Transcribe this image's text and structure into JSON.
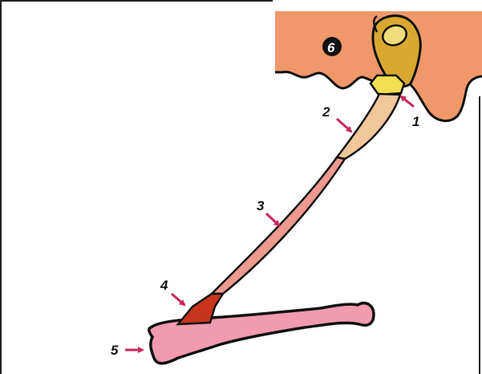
{
  "labels": [
    {
      "id": "1",
      "text": "1"
    },
    {
      "id": "2",
      "text": "2"
    },
    {
      "id": "3",
      "text": "3"
    },
    {
      "id": "4",
      "text": "4"
    },
    {
      "id": "5",
      "text": "5"
    },
    {
      "id": "6",
      "text": "6"
    }
  ],
  "colors": {
    "background": "#ffffff",
    "bone_region": "#f0986a",
    "malleus": "#d9a830",
    "malleus_head": "#f0dc7a",
    "short_process": "#f2e050",
    "upper_cord": "#f2c79a",
    "long_cord": "#ee9a90",
    "red_segment": "#c8341c",
    "pink_bone": "#f19ab0",
    "outline": "#111111",
    "arrow": "#c8285a"
  }
}
